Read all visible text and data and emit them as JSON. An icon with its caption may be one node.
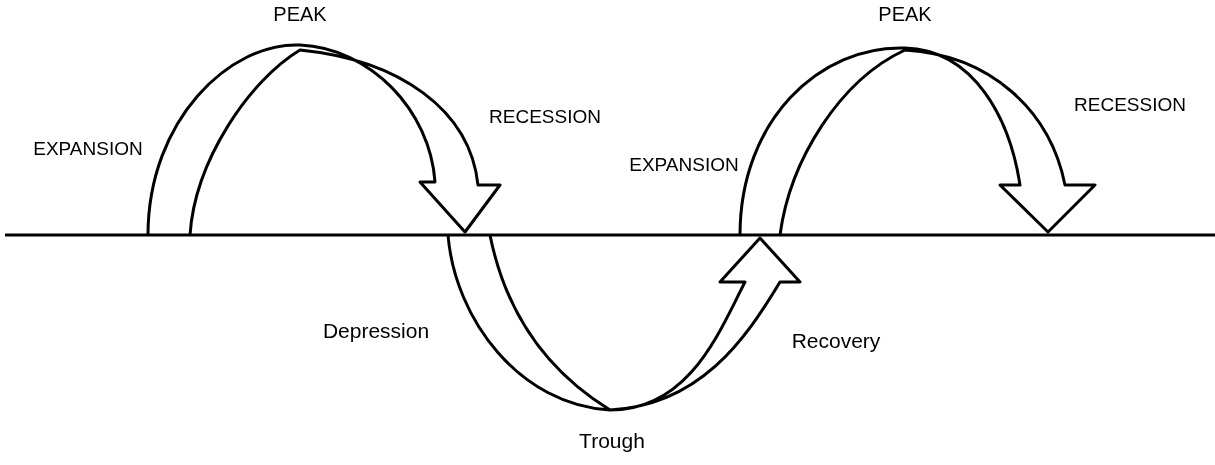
{
  "diagram": {
    "labels": [
      "PEAK",
      "PEAK",
      "EXPANSION",
      "RECESSION",
      "EXPANSION",
      "RECESSION",
      "Depression",
      "Recovery",
      "Trough"
    ]
  }
}
